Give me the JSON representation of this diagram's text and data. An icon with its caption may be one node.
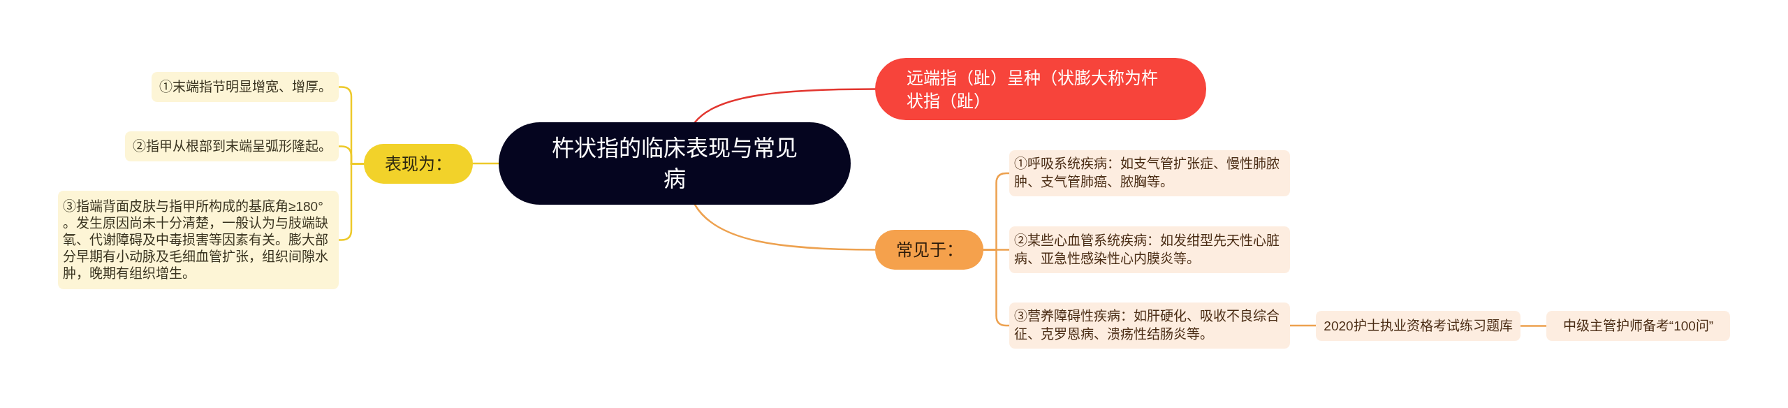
{
  "diagram": {
    "nodes": [
      {
        "text": [
          "杵状指的临床表现与常见病"
        ]
      },
      {
        "text": [
          "表现为："
        ]
      },
      {
        "text": [
          "①末端指节明显增宽、增厚。"
        ]
      },
      {
        "text": [
          "②指甲从根部到末端呈弧形隆起。"
        ]
      },
      {
        "text": [
          "③指端背面皮肤与指甲所构成的基底角≥180°。发生原因尚未十分清楚，一般认为与肢端缺氧、代谢障碍及中毒损害等因素有关。膨大部分早期有小动脉及毛细血管扩张，组织间隙水肿，晚期有组织增生。"
        ]
      },
      {
        "text": [
          "远端指（趾）呈种（状膨大称为杵状指（趾）"
        ]
      },
      {
        "text": [
          "常见于："
        ]
      },
      {
        "text": [
          "①呼吸系统疾病：如支气管扩张症、慢性肺脓肿、支气管肺癌、脓胸等。"
        ]
      },
      {
        "text": [
          "②某些心血管系统疾病：如发绀型先天性心脏病、亚急性感染性心内膜炎等。"
        ]
      },
      {
        "text": [
          "③营养障碍性疾病：如肝硬化、吸收不良综合征、克罗恩病、溃疡性结肠炎等。"
        ]
      },
      {
        "text": [
          "2020护士执业资格考试练习题库"
        ]
      },
      {
        "text": [
          "中级主管护师备考“100问”"
        ]
      }
    ],
    "edges": [
      {
        "from": 0,
        "to": 1,
        "arrow": "none",
        "color": "#edc92a"
      },
      {
        "from": 1,
        "to": 2,
        "arrow": "none",
        "color": "#edc92a"
      },
      {
        "from": 1,
        "to": 3,
        "arrow": "none",
        "color": "#edc92a"
      },
      {
        "from": 1,
        "to": 4,
        "arrow": "none",
        "color": "#edc92a"
      },
      {
        "from": 0,
        "to": 5,
        "arrow": "none",
        "color": "#e2362f"
      },
      {
        "from": 0,
        "to": 6,
        "arrow": "none"
      },
      {
        "from": 6,
        "to": 7,
        "arrow": "none"
      },
      {
        "from": 6,
        "to": 8,
        "arrow": "none"
      },
      {
        "from": 6,
        "to": 9,
        "arrow": "none"
      },
      {
        "from": 9,
        "to": 10,
        "arrow": "none"
      },
      {
        "from": 10,
        "to": 11,
        "arrow": "none"
      }
    ]
  }
}
